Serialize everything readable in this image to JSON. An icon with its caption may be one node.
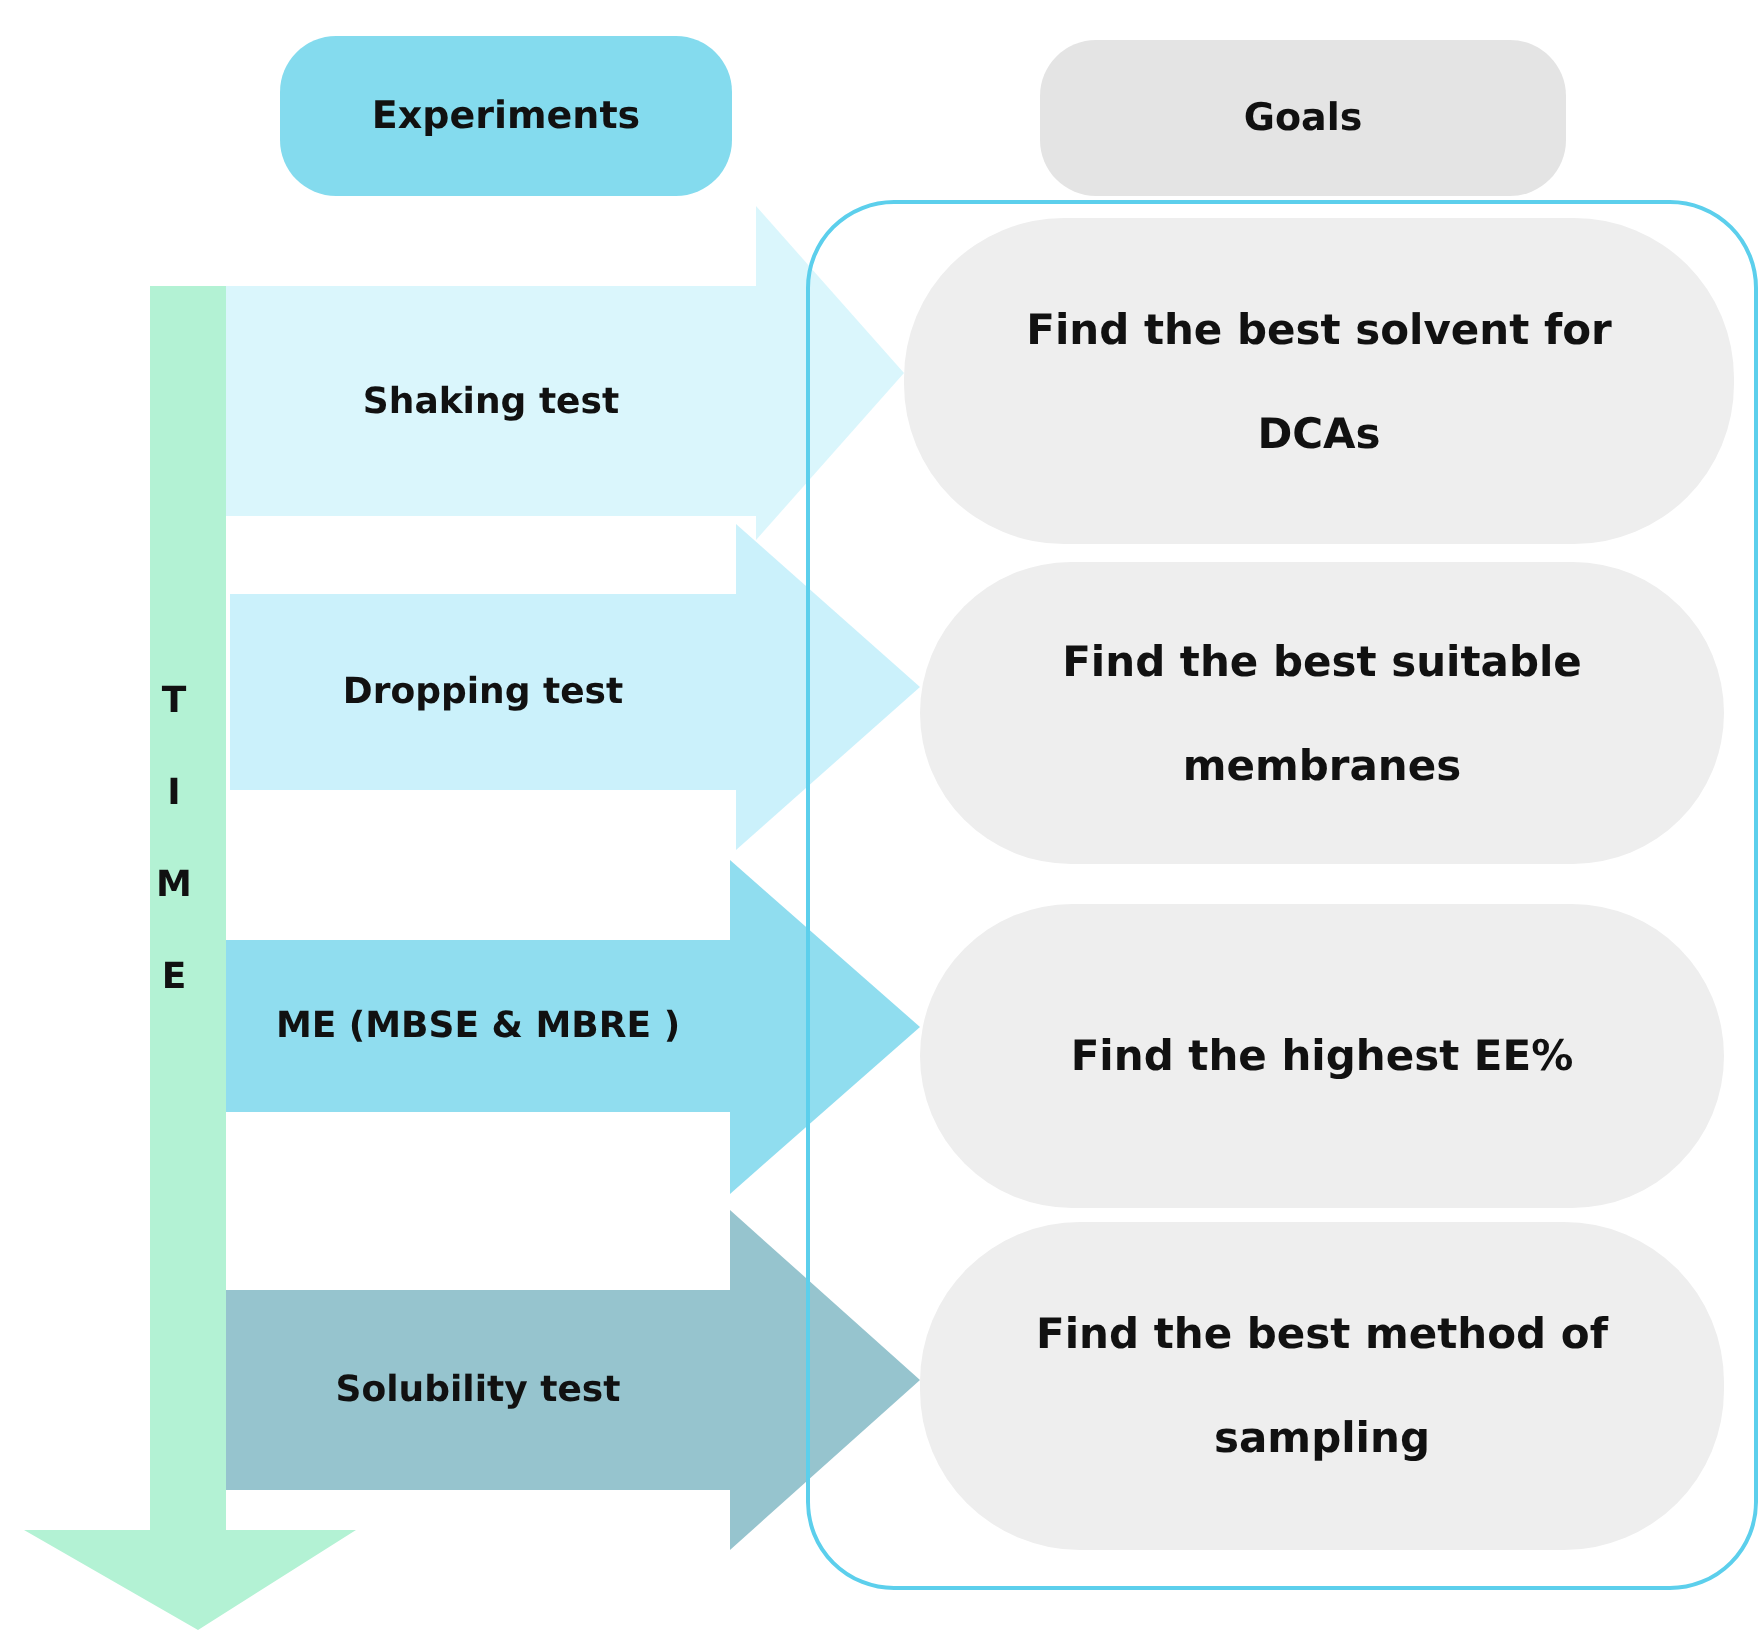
{
  "diagram": {
    "nodes": [
      {
        "text": [
          "Experiments"
        ]
      },
      {
        "text": [
          "Goals"
        ]
      },
      {
        "text": [
          "TIME"
        ]
      },
      {
        "text": [],
        "shape": "box"
      },
      {
        "text": [
          "Find the best solvent for DCAs"
        ],
        "in": 3
      },
      {
        "text": [
          "Find the best suitable membranes"
        ],
        "in": 3
      },
      {
        "text": [
          "Find the highest EE%"
        ],
        "in": 3
      },
      {
        "text": [
          "Find the best method of sampling"
        ],
        "in": 3
      }
    ],
    "edges": [
      {
        "from": null,
        "to": 4,
        "arrow": "to",
        "label": "Shaking test",
        "style": "thick",
        "color": "#d3f4fb"
      },
      {
        "from": null,
        "to": 5,
        "arrow": "to",
        "label": "Dropping test",
        "style": "thick",
        "color": "#c2eefa"
      },
      {
        "from": null,
        "to": 6,
        "arrow": "to",
        "label": "ME (MBSE & MBRE )",
        "style": "thick",
        "color": "#7dd7ec"
      },
      {
        "from": null,
        "to": 7,
        "arrow": "to",
        "label": "Solubility test",
        "style": "thick",
        "color": "#84bac6"
      }
    ]
  }
}
